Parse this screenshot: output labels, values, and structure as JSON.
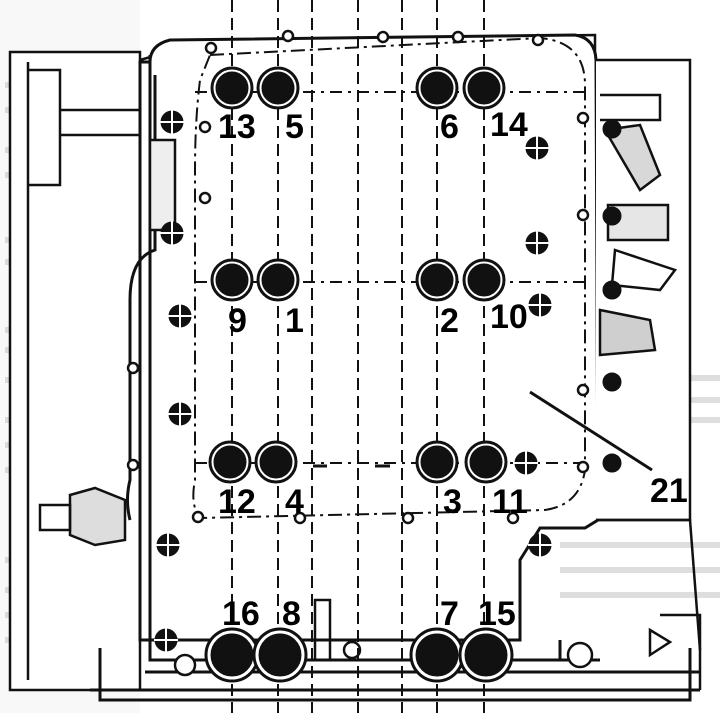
{
  "labels": {
    "n1": "1",
    "n2": "2",
    "n3": "3",
    "n4": "4",
    "n5": "5",
    "n6": "6",
    "n7": "7",
    "n8": "8",
    "n9": "9",
    "n10": "10",
    "n11": "11",
    "n12": "12",
    "n13": "13",
    "n14": "14",
    "n15": "15",
    "n16": "16",
    "n21": "21"
  },
  "colors": {
    "ink": "#111111",
    "paper": "#ffffff",
    "bg_text": "#8a8a8a"
  }
}
